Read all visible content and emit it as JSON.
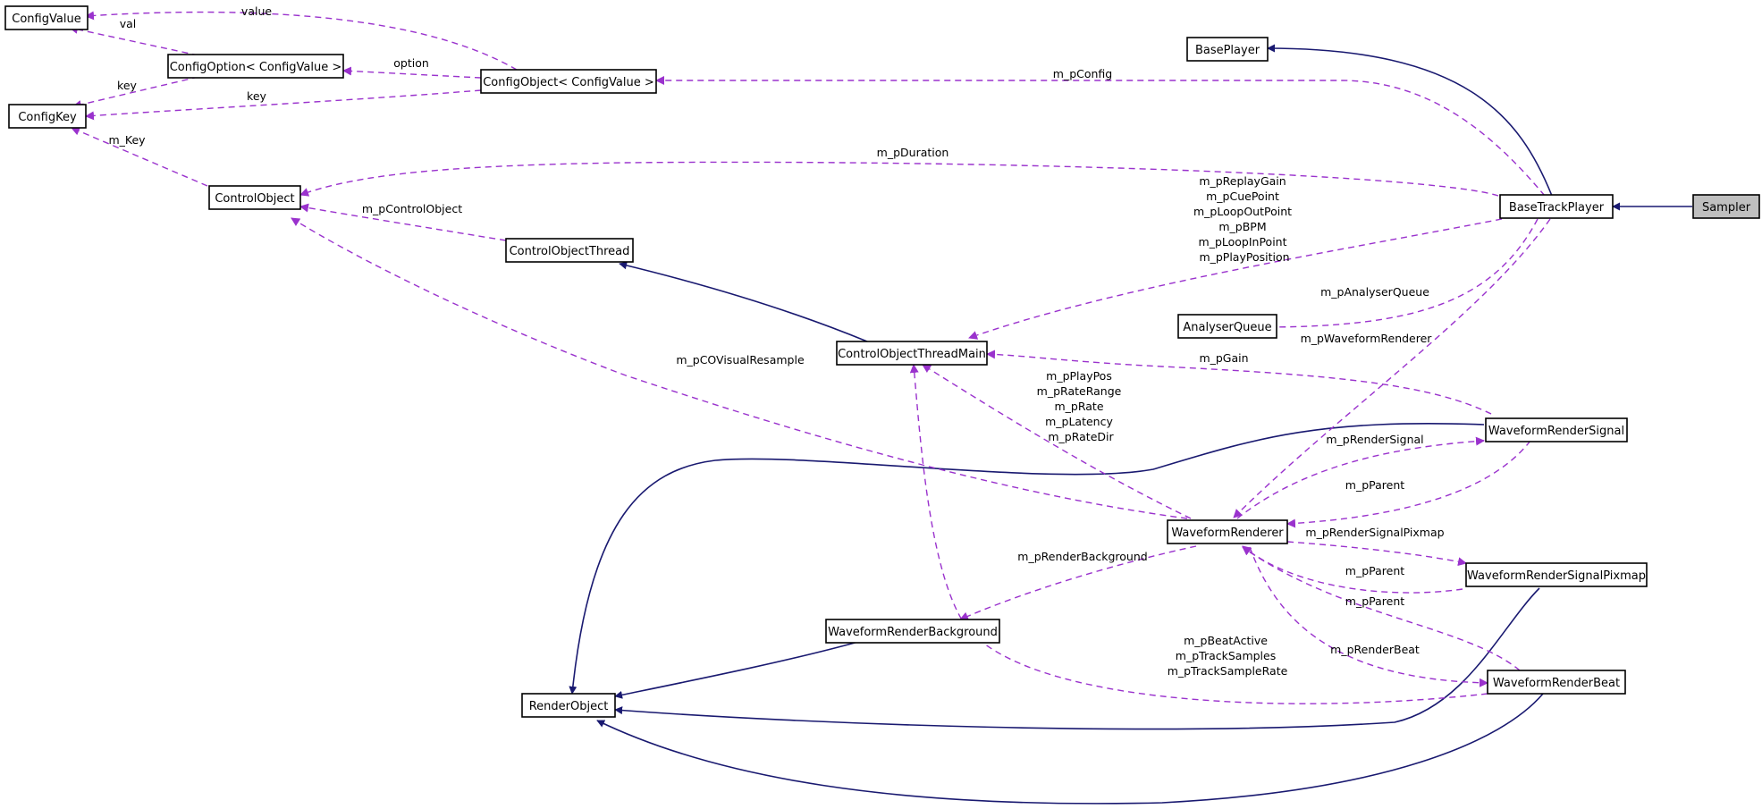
{
  "colors": {
    "inherit": "#191970",
    "use": "#9a32cd",
    "highlight": "#bfbfbf"
  },
  "nodes": {
    "sampler": "Sampler",
    "baseTrackPlayer": "BaseTrackPlayer",
    "basePlayer": "BasePlayer",
    "configValue": "ConfigValue",
    "configOption": "ConfigOption< ConfigValue >",
    "configKey": "ConfigKey",
    "configObject": "ConfigObject< ConfigValue >",
    "controlObject": "ControlObject",
    "controlObjectThread": "ControlObjectThread",
    "controlObjectThreadMain": "ControlObjectThreadMain",
    "analyserQueue": "AnalyserQueue",
    "waveformRenderSignal": "WaveformRenderSignal",
    "waveformRenderer": "WaveformRenderer",
    "waveformRenderSignalPixmap": "WaveformRenderSignalPixmap",
    "waveformRenderBackground": "WaveformRenderBackground",
    "waveformRenderBeat": "WaveformRenderBeat",
    "renderObject": "RenderObject"
  },
  "labels": {
    "value": "value",
    "val": "val",
    "key1": "key",
    "key2": "key",
    "option": "option",
    "mConfig": "m_pConfig",
    "mKey": "m_Key",
    "mDuration": "m_pDuration",
    "mControlObject": "m_pControlObject",
    "btpToCotm": [
      "m_pReplayGain",
      "m_pCuePoint",
      "m_pLoopOutPoint",
      "m_pBPM",
      "m_pLoopInPoint",
      "m_pPlayPosition"
    ],
    "mAnalyserQueue": "m_pAnalyserQueue",
    "mWaveformRenderer": "m_pWaveformRenderer",
    "mCOVisualResample": "m_pCOVisualResample",
    "mGain": "m_pGain",
    "wrToCotm": [
      "m_pPlayPos",
      "m_pRateRange",
      "m_pRate",
      "m_pLatency",
      "m_pRateDir"
    ],
    "mRenderSignal": "m_pRenderSignal",
    "mParent1": "m_pParent",
    "mRenderSignalPixmap": "m_pRenderSignalPixmap",
    "mRenderBackground": "m_pRenderBackground",
    "mParent2": "m_pParent",
    "mParent3": "m_pParent",
    "beatToCotm": [
      "m_pBeatActive",
      "m_pTrackSamples",
      "m_pTrackSampleRate"
    ],
    "mRenderBeat": "m_pRenderBeat"
  }
}
